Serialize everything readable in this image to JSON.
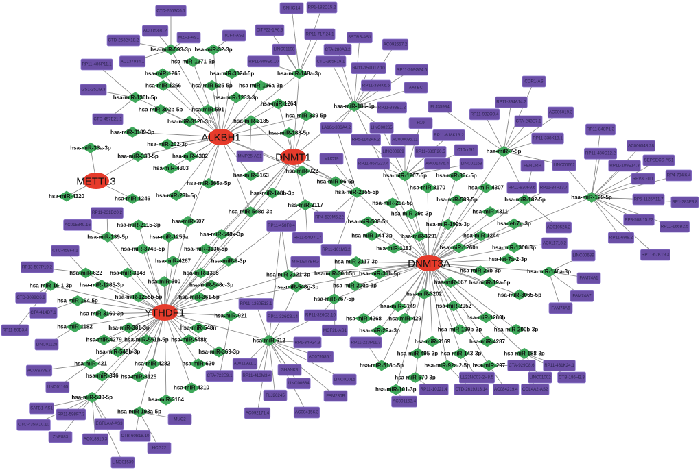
{
  "colors": {
    "gene": "#e63b2b",
    "mirna": "#3fa95b",
    "lncrna": "#6b4fa6",
    "edge": "#8a8a8a"
  },
  "genes": [
    "ALKBH1",
    "DNMT1",
    "METTL3",
    "YTHDF1",
    "DNMT3A"
  ],
  "mirnas": [
    {
      "name": "hsa-miR-593-3p",
      "genes": [
        "ALKBH1"
      ],
      "lncrnas": [
        "CTD-2553C6.1",
        "AC005330.2",
        "MZF1-AS1",
        "CTD-2532K18.2",
        "AC137934.1"
      ]
    },
    {
      "name": "hsa-miR-32-3p",
      "genes": [
        "ALKBH1"
      ],
      "lncrnas": [
        "TCF4-AS2"
      ]
    },
    {
      "name": "hsa-miR-1271-5p",
      "genes": [
        "ALKBH1"
      ],
      "lncrnas": []
    },
    {
      "name": "hsa-miR-302d-5p",
      "genes": [
        "ALKBH1"
      ],
      "lncrnas": []
    },
    {
      "name": "hsa-miR-1265",
      "genes": [
        "ALKBH1"
      ],
      "lncrnas": []
    },
    {
      "name": "hsa-miR-196a-3p",
      "genes": [
        "ALKBH1"
      ],
      "lncrnas": []
    },
    {
      "name": "hsa-miR-1266",
      "genes": [
        "ALKBH1"
      ],
      "lncrnas": []
    },
    {
      "name": "hsa-miR-525-5p",
      "genes": [
        "ALKBH1"
      ],
      "lncrnas": []
    },
    {
      "name": "hsa-miR-130b-5p",
      "genes": [
        "ALKBH1"
      ],
      "lncrnas": [
        "RP11-486P11.1",
        "GS1-251I9.3",
        "CTC-457E21.1"
      ]
    },
    {
      "name": "hsa-miR-1264",
      "genes": [
        "ALKBH1",
        "DNMT1"
      ],
      "lncrnas": []
    },
    {
      "name": "hsa-miR-1233-3p",
      "genes": [
        "ALKBH1"
      ],
      "lncrnas": []
    },
    {
      "name": "hsa-miR-302b-5p",
      "genes": [
        "ALKBH1"
      ],
      "lncrnas": []
    },
    {
      "name": "hsa-miR-591",
      "genes": [
        "ALKBH1"
      ],
      "lncrnas": []
    },
    {
      "name": "hsa-miR-339-5p",
      "genes": [
        "ALKBH1",
        "DNMT1"
      ],
      "lncrnas": []
    },
    {
      "name": "hsa-miR-148a-3p",
      "genes": [
        "ALKBH1",
        "DNMT1"
      ],
      "lncrnas": [
        "CITF22-1A6.3",
        "SNHG14",
        "RP1-182D15.2",
        "RP11-717I24.1",
        "LINC01198",
        "RP11-989E6.10"
      ]
    },
    {
      "name": "hsa-miR-3120-3p",
      "genes": [
        "ALKBH1"
      ],
      "lncrnas": []
    },
    {
      "name": "hsa-miR-3185",
      "genes": [
        "ALKBH1",
        "DNMT1"
      ],
      "lncrnas": [
        "MMP25-AS1"
      ]
    },
    {
      "name": "hsa-miR-188-5p",
      "genes": [
        "ALKBH1",
        "DNMT1"
      ],
      "lncrnas": []
    },
    {
      "name": "hsa-miR-3189-3p",
      "genes": [
        "ALKBH1"
      ],
      "lncrnas": []
    },
    {
      "name": "hsa-miR-33a-3p",
      "genes": [
        "METTL3"
      ],
      "lncrnas": []
    },
    {
      "name": "hsa-miR-202-3p",
      "genes": [
        "ALKBH1"
      ],
      "lncrnas": []
    },
    {
      "name": "hsa-miR-338-5p",
      "genes": [
        "ALKBH1",
        "METTL3"
      ],
      "lncrnas": []
    },
    {
      "name": "hsa-miR-4302",
      "genes": [
        "ALKBH1"
      ],
      "lncrnas": []
    },
    {
      "name": "hsa-miR-4303",
      "genes": [
        "ALKBH1"
      ],
      "lncrnas": []
    },
    {
      "name": "hsa-miR-3163",
      "genes": [
        "ALKBH1",
        "DNMT1"
      ],
      "lncrnas": []
    },
    {
      "name": "hsa-miR-922",
      "genes": [
        "ALKBH1",
        "DNMT1"
      ],
      "lncrnas": []
    },
    {
      "name": "hsa-miR-96-5p",
      "genes": [
        "ALKBH1",
        "DNMT1"
      ],
      "lncrnas": []
    },
    {
      "name": "hsa-miR-4320",
      "genes": [
        "METTL3"
      ],
      "lncrnas": []
    },
    {
      "name": "hsa-miR-1246",
      "genes": [
        "METTL3"
      ],
      "lncrnas": []
    },
    {
      "name": "hsa-miR-23b-5p",
      "genes": [
        "ALKBH1"
      ],
      "lncrnas": []
    },
    {
      "name": "hsa-miR-365a-5p",
      "genes": [
        "ALKBH1"
      ],
      "lncrnas": []
    },
    {
      "name": "hsa-miR-148b-3p",
      "genes": [
        "DNMT1",
        "YTHDF1"
      ],
      "lncrnas": []
    },
    {
      "name": "hsa-miR-2117",
      "genes": [
        "DNMT1",
        "YTHDF1"
      ],
      "lncrnas": [
        "RP4-539M6.22",
        "RP11-54O7.17"
      ]
    },
    {
      "name": "hsa-miR-548d-3p",
      "genes": [
        "ALKBH1",
        "DNMT1",
        "YTHDF1"
      ],
      "lncrnas": []
    },
    {
      "name": "hsa-miR-607",
      "genes": [
        "ALKBH1",
        "YTHDF1"
      ],
      "lncrnas": []
    },
    {
      "name": "hsa-miR-185-5p",
      "genes": [
        "DNMT1",
        "DNMT3A"
      ],
      "lncrnas": [
        "CTA-280A3.2",
        "CTC-265F19.1",
        "SSTR5-AS1",
        "AC092657.2",
        "RP11-159D12.10",
        "RP11-269G24.6",
        "RP11-384K6.6",
        "AATBC",
        "RP11-333E1.2",
        "LA16c-306A4.2",
        "LINC00265"
      ]
    },
    {
      "name": "hsa-miR-2355-5p",
      "genes": [
        "DNMT1",
        "DNMT3A"
      ],
      "lncrnas": [
        "MUC19",
        "LA16c-306A4.2",
        "RP4-539M6.22",
        "RP11-161M6.2"
      ]
    },
    {
      "name": "hsa-miR-1207-5p",
      "genes": [
        "DNMT3A"
      ],
      "lncrnas": [
        "LINC00265",
        "H19",
        "AC000095.11",
        "RP5-1142A6.2",
        "RP11-618K13.2",
        "LINC00969",
        "RP11-680F20.5",
        "C10orf91",
        "RP11-867G23.4",
        "AP001476.4",
        "LINC01168"
      ]
    },
    {
      "name": "hsa-miR-30c-5p",
      "genes": [
        "DNMT3A"
      ],
      "lncrnas": []
    },
    {
      "name": "hsa-miR-3170",
      "genes": [
        "DNMT3A"
      ],
      "lncrnas": []
    },
    {
      "name": "hsa-miR-4307",
      "genes": [
        "DNMT3A"
      ],
      "lncrnas": []
    },
    {
      "name": "hsa-miR-29a-5p",
      "genes": [
        "DNMT3A"
      ],
      "lncrnas": []
    },
    {
      "name": "hsa-miR-589-5p",
      "genes": [
        "DNMT3A"
      ],
      "lncrnas": []
    },
    {
      "name": "hsa-miR-4311",
      "genes": [
        "DNMT3A"
      ],
      "lncrnas": []
    },
    {
      "name": "hsa-miR-29c-3p",
      "genes": [
        "DNMT3A"
      ],
      "lncrnas": []
    },
    {
      "name": "hsa-miR-508-5p",
      "genes": [
        "DNMT3A"
      ],
      "lncrnas": []
    },
    {
      "name": "hsa-miR-144-3p",
      "genes": [
        "DNMT3A"
      ],
      "lncrnas": []
    },
    {
      "name": "hsa-miR-1291",
      "genes": [
        "DNMT3A"
      ],
      "lncrnas": []
    },
    {
      "name": "hsa-miR-199a-3p",
      "genes": [
        "DNMT3A"
      ],
      "lncrnas": []
    },
    {
      "name": "hsa-let-7g-3p",
      "genes": [
        "DNMT3A"
      ],
      "lncrnas": []
    },
    {
      "name": "hsa-miR-182-5p",
      "genes": [
        "DNMT3A"
      ],
      "lncrnas": [
        "RP11-830F9.6",
        "RP11-34P13.7",
        "AC010524.2",
        "FENDRR"
      ]
    },
    {
      "name": "hsa-miR-7-5p",
      "genes": [
        "DNMT3A"
      ],
      "lncrnas": [
        "FLJ35934",
        "CDR1-AS",
        "RP11-394A14.2",
        "RP11-932O9.4",
        "AC006019.3",
        "CTA-243E7.1",
        "RP11-338K13.1",
        "LINC00662",
        "RP11-830F9.6"
      ]
    },
    {
      "name": "hsa-miR-129-5p",
      "genes": [
        "DNMT3A"
      ],
      "lncrnas": [
        "RP11-848P1.3",
        "AC006548.28",
        "RP11-486O12.2",
        "RP11-189E14.3",
        "SEPSECS-AS1",
        "LINC00662",
        "REV3L-IT1",
        "RP4-794I6.4",
        "RP5-1125A11.7",
        "RP1-283E3.8",
        "RP3-508I15.22",
        "RP11-166B2.5",
        "RP11-69I8.2",
        "RP11-67K19.3"
      ]
    },
    {
      "name": "hsa-miR-1244",
      "genes": [
        "DNMT3A"
      ],
      "lncrnas": []
    },
    {
      "name": "hsa-miR-1306-3p",
      "genes": [
        "DNMT3A"
      ],
      "lncrnas": [
        "AC011718.2"
      ]
    },
    {
      "name": "hsa-miR-1183",
      "genes": [
        "DNMT3A"
      ],
      "lncrnas": []
    },
    {
      "name": "hsa-miR-3117-3p",
      "genes": [
        "DNMT3A"
      ],
      "lncrnas": []
    },
    {
      "name": "hsa-miR-1260a",
      "genes": [
        "DNMT3A"
      ],
      "lncrnas": []
    },
    {
      "name": "hsa-miR-29b-3p",
      "genes": [
        "DNMT3A"
      ],
      "lncrnas": []
    },
    {
      "name": "hsa-let-7a-2-3p",
      "genes": [
        "DNMT3A"
      ],
      "lncrnas": []
    },
    {
      "name": "hsa-miR-146a-3p",
      "genes": [
        "DNMT3A"
      ],
      "lncrnas": [
        "LINC00689",
        "FAM74A1",
        "FAM74A7",
        "FAM74A6"
      ]
    },
    {
      "name": "hsa-miR-30b-5p",
      "genes": [
        "DNMT3A"
      ],
      "lncrnas": []
    },
    {
      "name": "hsa-miR-30d-5p",
      "genes": [
        "DNMT3A"
      ],
      "lncrnas": []
    },
    {
      "name": "hsa-miR-200c-3p",
      "genes": [
        "DNMT3A"
      ],
      "lncrnas": []
    },
    {
      "name": "hsa-miR-567",
      "genes": [
        "DNMT3A"
      ],
      "lncrnas": []
    },
    {
      "name": "hsa-miR-19a-5p",
      "genes": [
        "DNMT3A"
      ],
      "lncrnas": []
    },
    {
      "name": "hsa-miR-3065-5p",
      "genes": [
        "DNMT3A"
      ],
      "lncrnas": []
    },
    {
      "name": "hsa-miR-3149",
      "genes": [
        "DNMT3A"
      ],
      "lncrnas": []
    },
    {
      "name": "hsa-miR-3202",
      "genes": [
        "DNMT3A"
      ],
      "lncrnas": []
    },
    {
      "name": "hsa-miR-3121-3p",
      "genes": [
        "YTHDF1",
        "DNMT3A"
      ],
      "lncrnas": [
        "MIRLET7BHG",
        "RP11-458F8.4"
      ]
    },
    {
      "name": "hsa-miR-548g-3p",
      "genes": [
        "YTHDF1",
        "DNMT3A"
      ],
      "lncrnas": [
        "RP11-326C3.14"
      ]
    },
    {
      "name": "hsa-miR-767-5p",
      "genes": [
        "DNMT3A"
      ],
      "lncrnas": [
        "RP11-161M6.2",
        "MCF2L-AS1",
        "RP11-326C3.10"
      ]
    },
    {
      "name": "hsa-miR-2052",
      "genes": [
        "DNMT3A"
      ],
      "lncrnas": []
    },
    {
      "name": "hsa-miR-1260b",
      "genes": [
        "DNMT3A"
      ],
      "lncrnas": []
    },
    {
      "name": "hsa-miR-200b-3p",
      "genes": [
        "DNMT3A"
      ],
      "lncrnas": []
    },
    {
      "name": "hsa-miR-4268",
      "genes": [
        "DNMT3A"
      ],
      "lncrnas": []
    },
    {
      "name": "hsa-miR-429",
      "genes": [
        "DNMT3A"
      ],
      "lncrnas": []
    },
    {
      "name": "hsa-miR-3169",
      "genes": [
        "DNMT3A"
      ],
      "lncrnas": []
    },
    {
      "name": "hsa-miR-199b-3p",
      "genes": [
        "DNMT3A"
      ],
      "lncrnas": []
    },
    {
      "name": "hsa-miR-4287",
      "genes": [
        "DNMT3A"
      ],
      "lncrnas": []
    },
    {
      "name": "hsa-miR-29a-3p",
      "genes": [
        "DNMT3A"
      ],
      "lncrnas": []
    },
    {
      "name": "hsa-miR-495-3p",
      "genes": [
        "DNMT3A"
      ],
      "lncrnas": []
    },
    {
      "name": "hsa-miR-143-3p",
      "genes": [
        "DNMT3A"
      ],
      "lncrnas": [
        "LL22NC03-2H8.5"
      ]
    },
    {
      "name": "hsa-miR-297",
      "genes": [
        "DNMT3A"
      ],
      "lncrnas": [
        "CTA-929C8.6",
        "AC084219.4"
      ]
    },
    {
      "name": "hsa-miR-188-3p",
      "genes": [
        "DNMT3A"
      ],
      "lncrnas": [
        "RP11-431K24.1",
        "CTB-186H2.3",
        "CTA-929C8.6",
        "LINC01002",
        "COL4A2-AS2"
      ]
    },
    {
      "name": "hsa-miR-518c-5p",
      "genes": [
        "DNMT3A"
      ],
      "lncrnas": [
        "RP11-223P11.3"
      ]
    },
    {
      "name": "hsa-miR-570-3p",
      "genes": [
        "DNMT3A"
      ],
      "lncrnas": [
        "RP11-10J21.4"
      ]
    },
    {
      "name": "hsa-miR-92a-2-5p",
      "genes": [
        "DNMT3A"
      ],
      "lncrnas": [
        "CTD-2619J13.14"
      ]
    },
    {
      "name": "hsa-miR-101-3p",
      "genes": [
        "DNMT3A"
      ],
      "lncrnas": [
        "AC091153.4"
      ]
    },
    {
      "name": "hsa-miR-2115-3p",
      "genes": [
        "YTHDF1"
      ],
      "lncrnas": []
    },
    {
      "name": "hsa-miR-1255a",
      "genes": [
        "YTHDF1"
      ],
      "lncrnas": []
    },
    {
      "name": "hsa-miR-139-5p",
      "genes": [
        "YTHDF1"
      ],
      "lncrnas": [
        "RP11-231D20.2",
        "AC015849.16"
      ]
    },
    {
      "name": "hsa-miR-3136-5p",
      "genes": [
        "YTHDF1",
        "DNMT1"
      ],
      "lncrnas": []
    },
    {
      "name": "hsa-miR-548x-3p",
      "genes": [
        "YTHDF1",
        "DNMT1"
      ],
      "lncrnas": []
    },
    {
      "name": "hsa-miR-374b-5p",
      "genes": [
        "YTHDF1"
      ],
      "lncrnas": []
    },
    {
      "name": "hsa-miR-4267",
      "genes": [
        "YTHDF1"
      ],
      "lncrnas": []
    },
    {
      "name": "hsa-miR-9-3p",
      "genes": [
        "YTHDF1"
      ],
      "lncrnas": []
    },
    {
      "name": "hsa-miR-622",
      "genes": [
        "YTHDF1"
      ],
      "lncrnas": [
        "CTC-459F4.1",
        "RP13-507P19.2"
      ]
    },
    {
      "name": "hsa-miR-3148",
      "genes": [
        "YTHDF1"
      ],
      "lncrnas": []
    },
    {
      "name": "hsa-miR-300",
      "genes": [
        "YTHDF1"
      ],
      "lncrnas": []
    },
    {
      "name": "hsa-miR-1305",
      "genes": [
        "YTHDF1"
      ],
      "lncrnas": []
    },
    {
      "name": "hsa-miR-16-1-3p",
      "genes": [
        "YTHDF1"
      ],
      "lncrnas": [
        "CTD-3099C6.9",
        "RP11-50B3.4"
      ]
    },
    {
      "name": "hsa-miR-1285-3p",
      "genes": [
        "YTHDF1"
      ],
      "lncrnas": []
    },
    {
      "name": "hsa-miR-1255b-5p",
      "genes": [
        "YTHDF1"
      ],
      "lncrnas": []
    },
    {
      "name": "hsa-miR-548c-3p",
      "genes": [
        "YTHDF1"
      ],
      "lncrnas": []
    },
    {
      "name": "hsa-miR-194-5p",
      "genes": [
        "YTHDF1"
      ],
      "lncrnas": [
        "CTA-414D7.1"
      ]
    },
    {
      "name": "hsa-miR-361-5p",
      "genes": [
        "YTHDF1"
      ],
      "lncrnas": []
    },
    {
      "name": "hsa-miR-3160-3p",
      "genes": [
        "YTHDF1"
      ],
      "lncrnas": []
    },
    {
      "name": "hsa-miR-921",
      "genes": [
        "YTHDF1"
      ],
      "lncrnas": [
        "CTA-722E9.1"
      ]
    },
    {
      "name": "hsa-miR-381-3p",
      "genes": [
        "YTHDF1"
      ],
      "lncrnas": []
    },
    {
      "name": "hsa-miR-1182",
      "genes": [
        "YTHDF1"
      ],
      "lncrnas": [
        "LINC01128"
      ]
    },
    {
      "name": "hsa-miR-548n",
      "genes": [
        "YTHDF1"
      ],
      "lncrnas": []
    },
    {
      "name": "hsa-miR-4279",
      "genes": [
        "YTHDF1"
      ],
      "lncrnas": []
    },
    {
      "name": "hsa-miR-551b-5p",
      "genes": [
        "YTHDF1"
      ],
      "lncrnas": []
    },
    {
      "name": "hsa-miR-548k",
      "genes": [
        "YTHDF1"
      ],
      "lncrnas": []
    },
    {
      "name": "hsa-miR-369-3p",
      "genes": [
        "YTHDF1"
      ],
      "lncrnas": []
    },
    {
      "name": "hsa-miR-612",
      "genes": [
        "YTHDF1"
      ],
      "lncrnas": [
        "RP11-1260E13.1",
        "RP11-326C3.14",
        "RP1-34P24.3",
        "AC079586.1",
        "AJ011931.1",
        "SHANK3",
        "RP11-413M3.4",
        "LINC00664",
        "LINC01015",
        "FLJ26245",
        "FAM230B",
        "AC004156.3",
        "AC092171.4",
        "RP11-326C3.10",
        "RP11-458F8.4"
      ]
    },
    {
      "name": "hsa-miR-548b-3p",
      "genes": [
        "YTHDF1"
      ],
      "lncrnas": []
    },
    {
      "name": "hsa-miR-4282",
      "genes": [
        "YTHDF1"
      ],
      "lncrnas": []
    },
    {
      "name": "hsa-miR-421",
      "genes": [
        "YTHDF1"
      ],
      "lncrnas": [
        "AC079779.7",
        "LINC01165"
      ]
    },
    {
      "name": "hsa-miR-630",
      "genes": [
        "YTHDF1"
      ],
      "lncrnas": []
    },
    {
      "name": "hsa-miR-346",
      "genes": [
        "YTHDF1"
      ],
      "lncrnas": []
    },
    {
      "name": "hsa-miR-3125",
      "genes": [
        "YTHDF1"
      ],
      "lncrnas": []
    },
    {
      "name": "hsa-miR-4310",
      "genes": [
        "YTHDF1"
      ],
      "lncrnas": []
    },
    {
      "name": "hsa-miR-3164",
      "genes": [
        "YTHDF1"
      ],
      "lncrnas": []
    },
    {
      "name": "hsa-miR-539-5p",
      "genes": [
        "YTHDF1"
      ],
      "lncrnas": [
        "SATB1-AS1",
        "RP11-598F7.3",
        "CTC-435M10.10",
        "ZNF883",
        "EGFLAM-AS3",
        "AC018816.3",
        "LINC01539"
      ]
    },
    {
      "name": "hsa-miR-193a-5p",
      "genes": [
        "YTHDF1"
      ],
      "lncrnas": [
        "MUC2",
        "CTB-60B18.10",
        "HCG22"
      ]
    }
  ]
}
